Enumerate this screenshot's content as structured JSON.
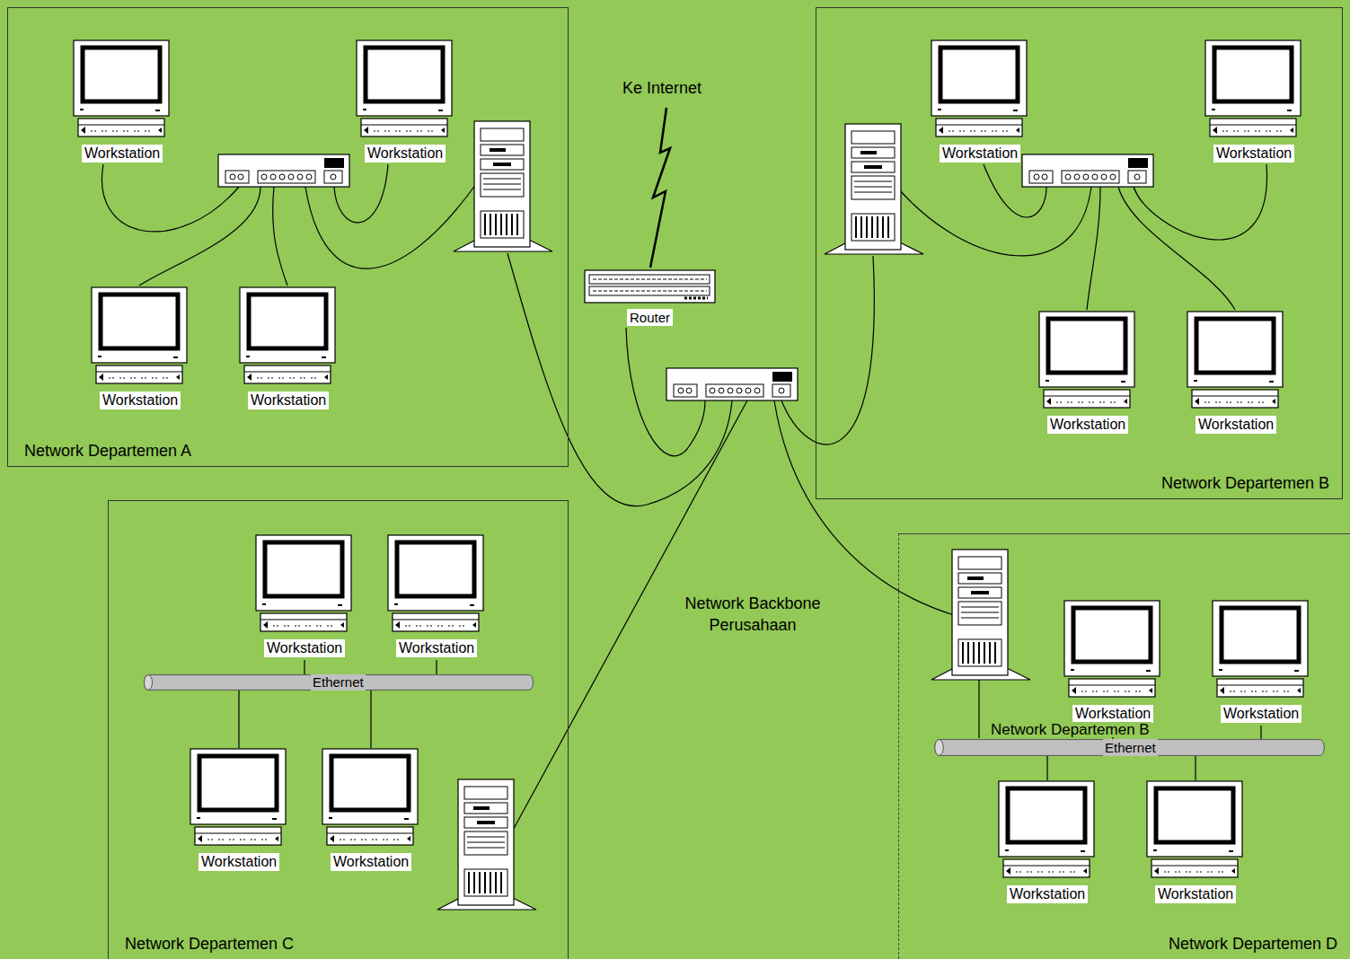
{
  "diagram": {
    "nodes": [
      {
        "text": [
          "Network Departemen A"
        ]
      },
      {
        "text": [
          "Workstation"
        ],
        "in": 0
      },
      {
        "text": [
          "Workstation"
        ],
        "in": 0
      },
      {
        "text": [
          "Workstation"
        ],
        "in": 0
      },
      {
        "text": [
          "Workstation"
        ],
        "in": 0
      },
      {
        "text": [
          "Router"
        ]
      },
      {
        "text": [
          "Network Departemen B"
        ]
      },
      {
        "text": [
          "Workstation"
        ],
        "in": 6
      },
      {
        "text": [
          "Workstation"
        ],
        "in": 6
      },
      {
        "text": [
          "Workstation"
        ],
        "in": 6
      },
      {
        "text": [
          "Workstation"
        ],
        "in": 6
      },
      {
        "text": [
          "Network Departemen C"
        ]
      },
      {
        "text": [
          "Workstation"
        ],
        "in": 11
      },
      {
        "text": [
          "Workstation"
        ],
        "in": 11
      },
      {
        "text": [
          "Ethernet"
        ],
        "in": 11
      },
      {
        "text": [
          "Workstation"
        ],
        "in": 11
      },
      {
        "text": [
          "Workstation"
        ],
        "in": 11
      },
      {
        "text": [
          "Network Departemen D"
        ]
      },
      {
        "text": [
          "Workstation"
        ],
        "in": 17
      },
      {
        "text": [
          "Workstation"
        ],
        "in": 17
      },
      {
        "text": [
          "Ethernet"
        ],
        "in": 17
      },
      {
        "text": [
          "Workstation"
        ],
        "in": 17
      },
      {
        "text": [
          "Workstation"
        ],
        "in": 17
      }
    ],
    "edges": [
      {
        "from": 12,
        "to": 14,
        "arrow": "none"
      },
      {
        "from": 13,
        "to": 14,
        "arrow": "none"
      },
      {
        "from": 15,
        "to": 14,
        "arrow": "none"
      },
      {
        "from": 16,
        "to": 14,
        "arrow": "none"
      },
      {
        "from": 18,
        "to": 20,
        "arrow": "none"
      },
      {
        "from": 19,
        "to": 20,
        "arrow": "none"
      },
      {
        "from": 21,
        "to": 20,
        "arrow": "none"
      },
      {
        "from": 22,
        "to": 20,
        "arrow": "none"
      }
    ],
    "labels": [
      "Ke Internet",
      "Network Backbone Perusahaan",
      "Network Departemen B"
    ]
  }
}
